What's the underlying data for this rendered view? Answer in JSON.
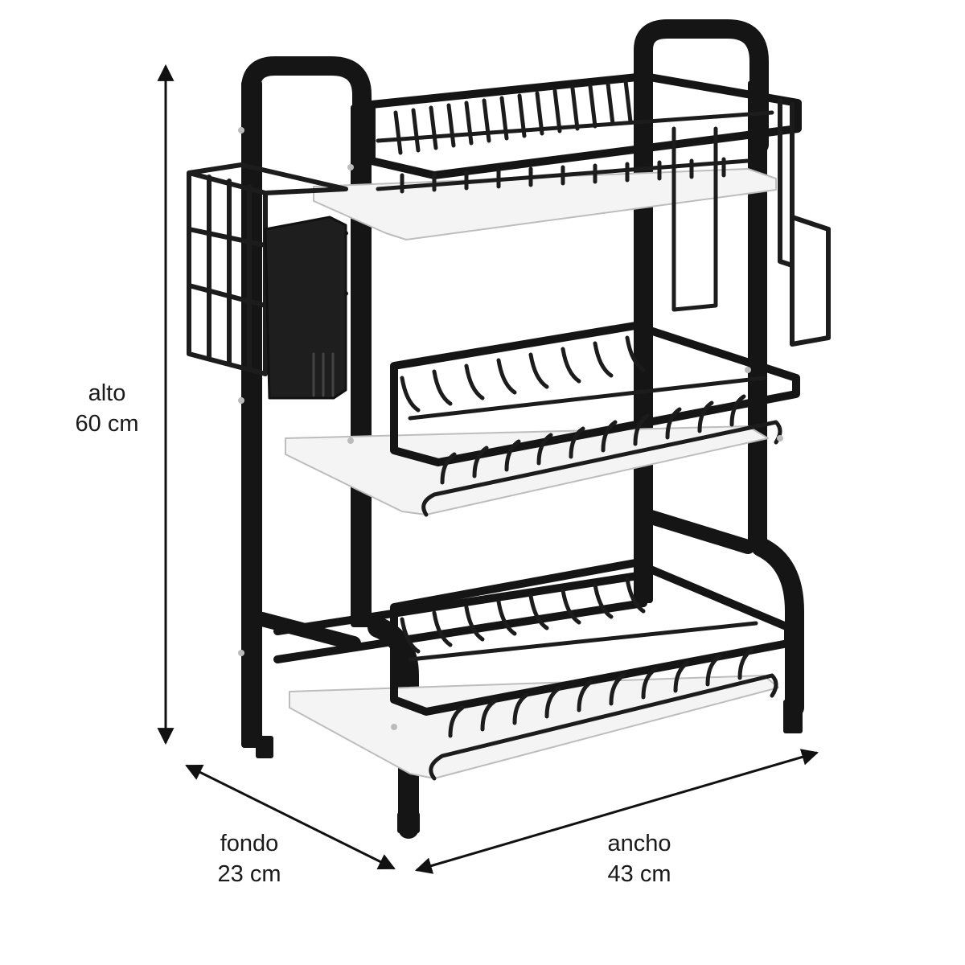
{
  "colors": {
    "frame": "#151515",
    "wire": "#1c1c1c",
    "tray": "#f4f4f4",
    "tray_edge": "#bdbdbd",
    "arrow": "#111111",
    "text": "#1a1a1a"
  },
  "dimensions": {
    "height": {
      "name": "alto",
      "value": "60 cm"
    },
    "depth": {
      "name": "fondo",
      "value": "23 cm"
    },
    "width": {
      "name": "ancho",
      "value": "43 cm"
    }
  },
  "product": {
    "tiers": 3,
    "accessories": [
      "utensil-holder-icon",
      "cutting-board-holder-icon",
      "cup-hook-icon"
    ]
  }
}
